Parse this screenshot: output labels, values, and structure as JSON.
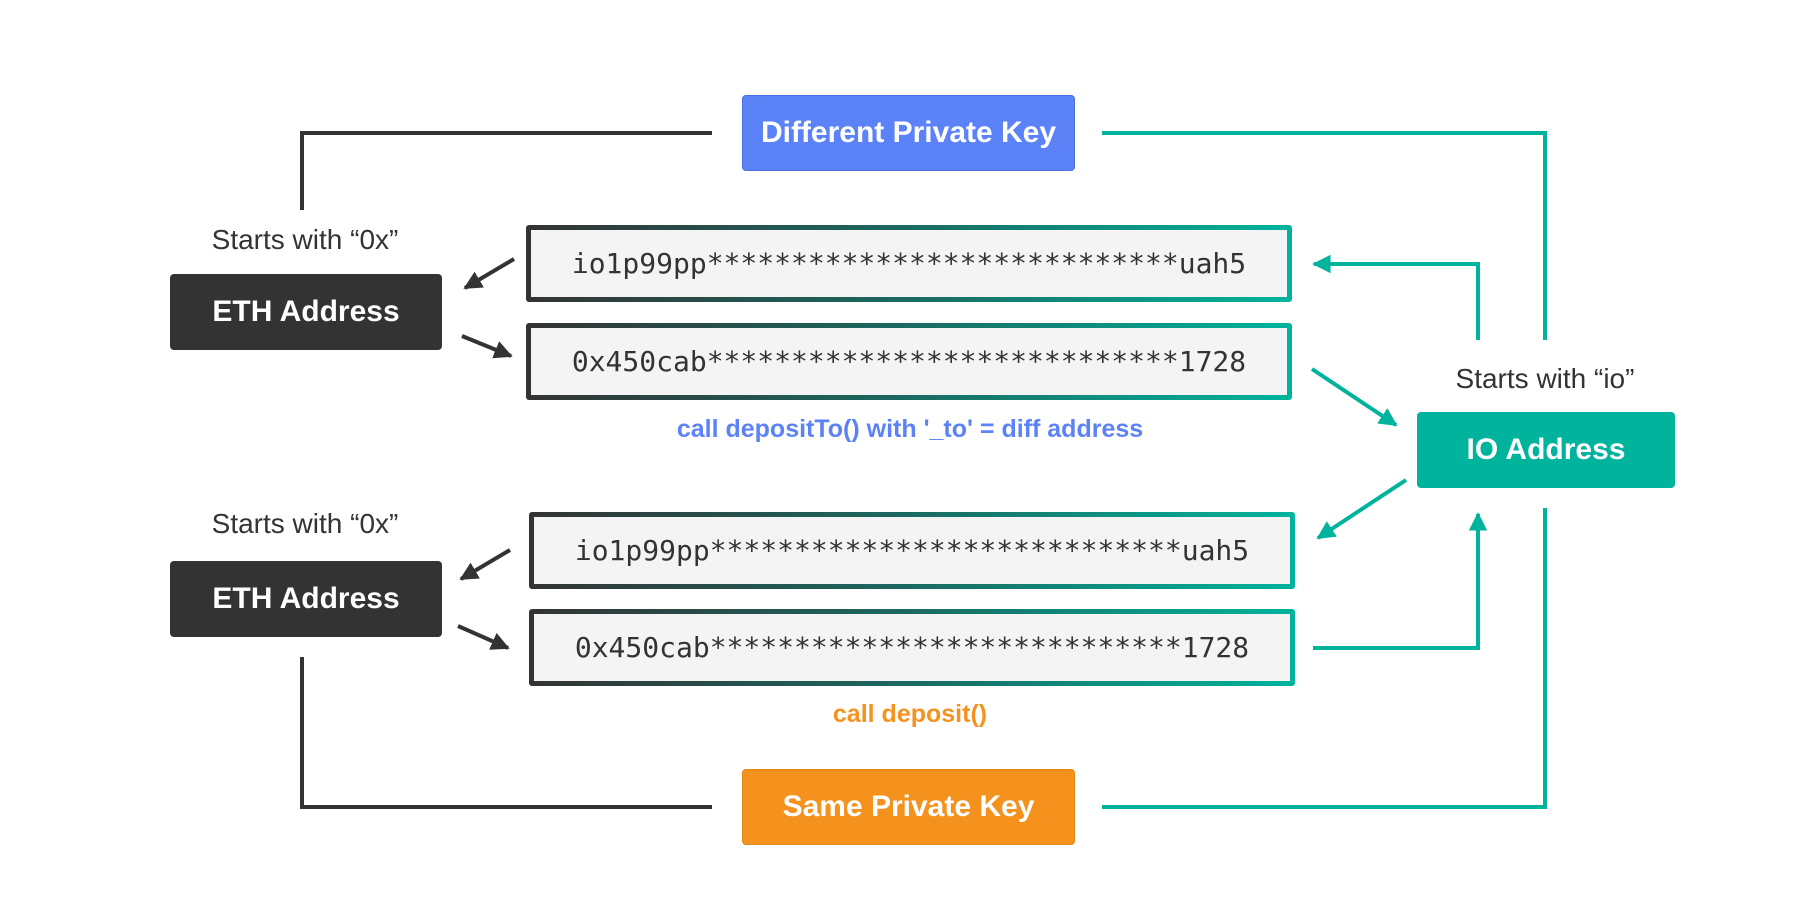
{
  "keys": {
    "different": "Different Private Key",
    "same": "Same Private Key"
  },
  "eth_top": {
    "caption": "Starts with “0x”",
    "label": "ETH Address"
  },
  "eth_bottom": {
    "caption": "Starts with “0x”",
    "label": "ETH Address"
  },
  "io": {
    "caption": "Starts with “io”",
    "label": "IO Address"
  },
  "fields": {
    "top_io": "io1p99pp****************************uah5",
    "top_0x": "0x450cab****************************1728",
    "bottom_io": "io1p99pp****************************uah5",
    "bottom_0x": "0x450cab****************************1728"
  },
  "notes": {
    "deposit_to": "call depositTo() with '_to' = diff address",
    "deposit": "call deposit()"
  },
  "colors": {
    "dark": "#333333",
    "teal": "#00b39c",
    "blue": "#5b82f7",
    "orange": "#f5921e"
  }
}
